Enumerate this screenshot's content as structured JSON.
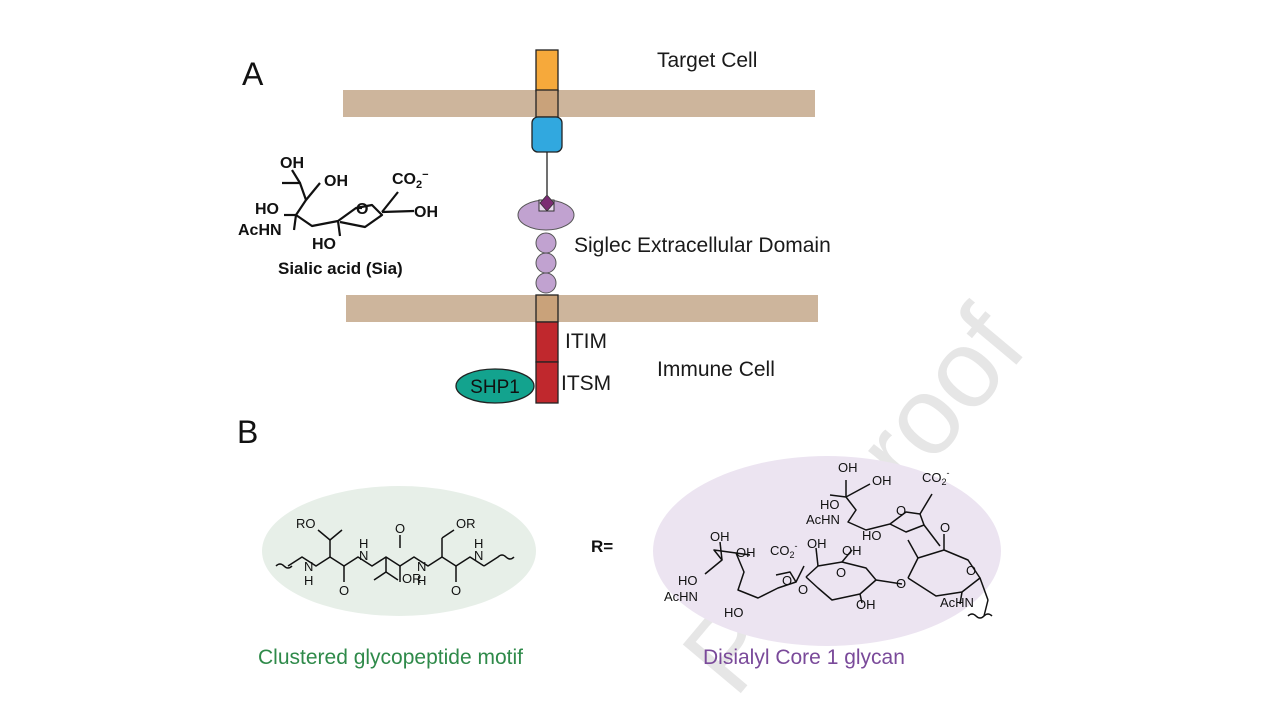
{
  "panel_a": {
    "label": "A",
    "target_cell": "Target Cell",
    "immune_cell": "Immune Cell",
    "domain_label": "Siglec Extracellular Domain",
    "itim": "ITIM",
    "itsm": "ITSM",
    "shp1": "SHP1",
    "sialic_acid": {
      "title": "Sialic acid (Sia)",
      "groups": [
        "OH",
        "OH",
        "CO2−",
        "HO",
        "O",
        "OH",
        "AcHN",
        "HO"
      ]
    }
  },
  "panel_b": {
    "label": "B",
    "r_equals": "R=",
    "glycopeptide_caption": "Clustered glycopeptide motif",
    "glycan_caption": "Disialyl Core 1 glycan",
    "peptide_groups": [
      "RO",
      "N",
      "H",
      "N",
      "H",
      "O",
      "O",
      "N",
      "H",
      "OR",
      "N",
      "H",
      "OR",
      "O"
    ],
    "glycan_groups": [
      "OH",
      "OH",
      "CO2-",
      "HO",
      "AcHN",
      "HO",
      "O",
      "OH",
      "OH",
      "CO2-",
      "OH",
      "OH",
      "HO",
      "AcHN",
      "HO",
      "O",
      "O",
      "OH",
      "OH",
      "O",
      "O",
      "O",
      "AcHN",
      "O"
    ]
  },
  "watermark": "Pre-proof",
  "colors": {
    "membrane": "#cdb59c",
    "orange": "#f6a93b",
    "tan": "#c9a27a",
    "blue": "#31a8df",
    "purple": "#c1a2d0",
    "diamond": "#7b2c73",
    "red": "#c0282d",
    "shp1": "#13a38e",
    "green_ellipse": "#e7efe8",
    "purple_ellipse": "#ece4f1",
    "green_text": "#2f8a4a",
    "purple_text": "#7a4a9a"
  }
}
